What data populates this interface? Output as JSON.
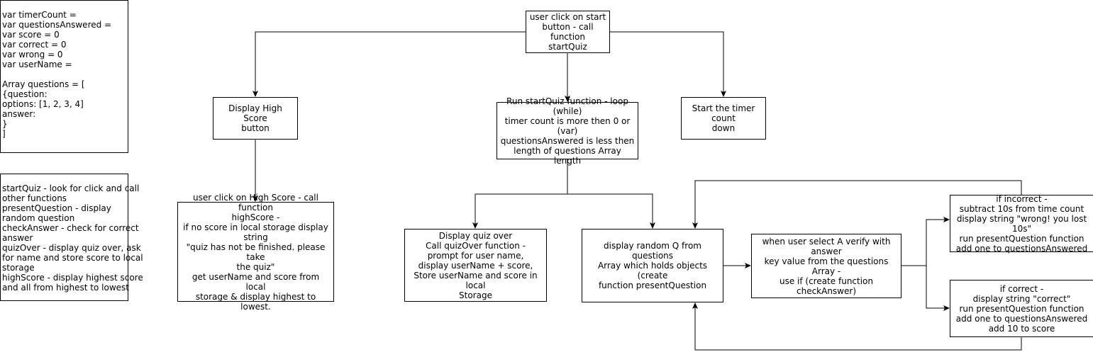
{
  "variables_note": {
    "lines": [
      "var timerCount =",
      "var questionsAnswered =",
      "var score = 0",
      "var correct = 0",
      "var wrong = 0",
      "var userName =",
      "",
      "Array questions = [",
      "{question:",
      "options: [1, 2, 3, 4]",
      "answer:",
      "}",
      "]"
    ]
  },
  "functions_note": {
    "lines": [
      "startQuiz - look for click and call",
      "other functions",
      "presentQuestion - display",
      "random question",
      "checkAnswer - check for correct",
      "answer",
      "quizOver - display quiz over, ask",
      "for name and store score to local",
      "storage",
      "highScore - display highest score",
      "and all from highest to lowest"
    ]
  },
  "nodes": {
    "start_click": {
      "lines": [
        "user click on start",
        "button - call function",
        "startQuiz"
      ]
    },
    "display_high_score": {
      "lines": [
        "Display High Score",
        "button"
      ]
    },
    "run_start_quiz": {
      "lines": [
        "Run startQuiz function - loop (while)",
        "timer count is more then 0 or (var)",
        "questionsAnswered is less then",
        "length of questions Array length"
      ]
    },
    "timer_countdown": {
      "lines": [
        "Start the timer count",
        "down"
      ]
    },
    "high_score_click": {
      "lines": [
        "user click on High Score - call function",
        "highScore -",
        "if no score in local storage display string",
        "\"quiz has not be finished. please take",
        "the quiz\"",
        "get userName and score from local",
        "storage & display highest to lowest."
      ]
    },
    "quiz_over": {
      "lines": [
        "Display quiz over",
        "Call quizOver function -",
        "prompt for user name,",
        "display userName + score,",
        "Store userName and score in local",
        "Storage"
      ]
    },
    "present_question": {
      "lines": [
        "display random Q from questions",
        "Array which holds objects (create",
        "function presentQuestion"
      ]
    },
    "check_answer": {
      "lines": [
        "when user select A verify with answer",
        "key value from the questions Array  -",
        "use if (create function checkAnswer)"
      ]
    },
    "if_incorrect": {
      "lines": [
        "if incorrect -",
        "subtract 10s from time count",
        "display string \"wrong! you lost 10s\"",
        "run presentQuestion function",
        "add one to questionsAnswered"
      ]
    },
    "if_correct": {
      "lines": [
        "if correct -",
        "display string \"correct\"",
        "run presentQuestion function",
        "add one to questionsAnswered",
        "add 10 to score"
      ]
    }
  }
}
